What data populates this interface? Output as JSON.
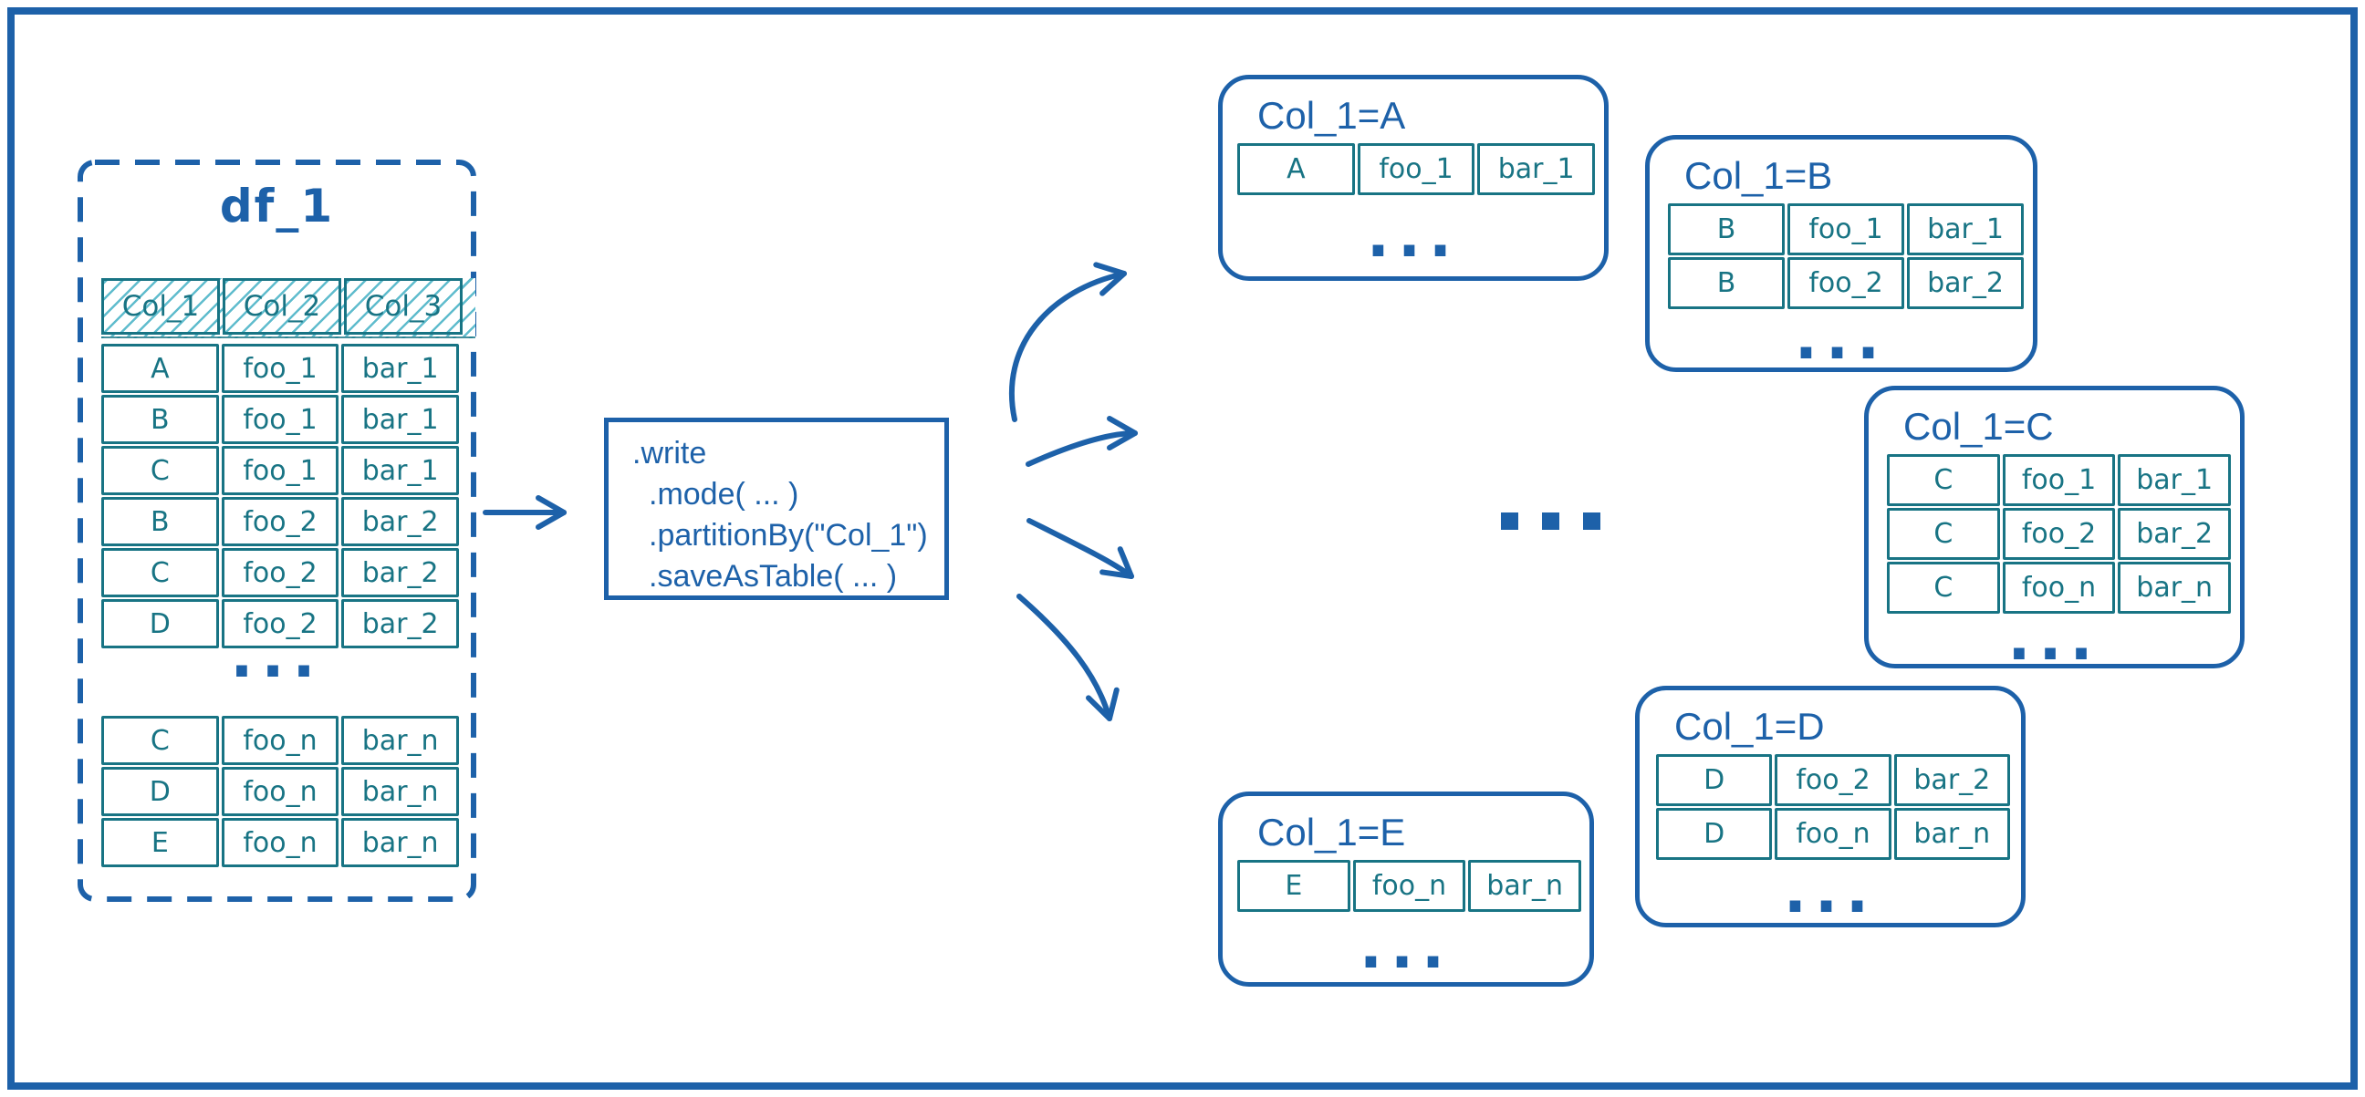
{
  "colors": {
    "blue": "#1d61a9",
    "teal": "#187484",
    "hatch_line": "#5fbccd"
  },
  "dataframe": {
    "title": "df_1",
    "columns": [
      "Col_1",
      "Col_2",
      "Col_3"
    ],
    "rows_top": [
      [
        "A",
        "foo_1",
        "bar_1"
      ],
      [
        "B",
        "foo_1",
        "bar_1"
      ],
      [
        "C",
        "foo_1",
        "bar_1"
      ],
      [
        "B",
        "foo_2",
        "bar_2"
      ],
      [
        "C",
        "foo_2",
        "bar_2"
      ],
      [
        "D",
        "foo_2",
        "bar_2"
      ]
    ],
    "ellipsis": "...",
    "rows_bottom": [
      [
        "C",
        "foo_n",
        "bar_n"
      ],
      [
        "D",
        "foo_n",
        "bar_n"
      ],
      [
        "E",
        "foo_n",
        "bar_n"
      ]
    ]
  },
  "code_box": {
    "lines": [
      ".write",
      ".mode( ... )",
      ".partitionBy(\"Col_1\")",
      ".saveAsTable( ... )"
    ]
  },
  "middle_ellipsis": "...",
  "partitions": [
    {
      "title": "Col_1=A",
      "rows": [
        [
          "A",
          "foo_1",
          "bar_1"
        ]
      ],
      "ellipsis": "..."
    },
    {
      "title": "Col_1=B",
      "rows": [
        [
          "B",
          "foo_1",
          "bar_1"
        ],
        [
          "B",
          "foo_2",
          "bar_2"
        ]
      ],
      "ellipsis": "..."
    },
    {
      "title": "Col_1=C",
      "rows": [
        [
          "C",
          "foo_1",
          "bar_1"
        ],
        [
          "C",
          "foo_2",
          "bar_2"
        ],
        [
          "C",
          "foo_n",
          "bar_n"
        ]
      ],
      "ellipsis": "..."
    },
    {
      "title": "Col_1=D",
      "rows": [
        [
          "D",
          "foo_2",
          "bar_2"
        ],
        [
          "D",
          "foo_n",
          "bar_n"
        ]
      ],
      "ellipsis": "..."
    },
    {
      "title": "Col_1=E",
      "rows": [
        [
          "E",
          "foo_n",
          "bar_n"
        ]
      ],
      "ellipsis": "..."
    }
  ]
}
